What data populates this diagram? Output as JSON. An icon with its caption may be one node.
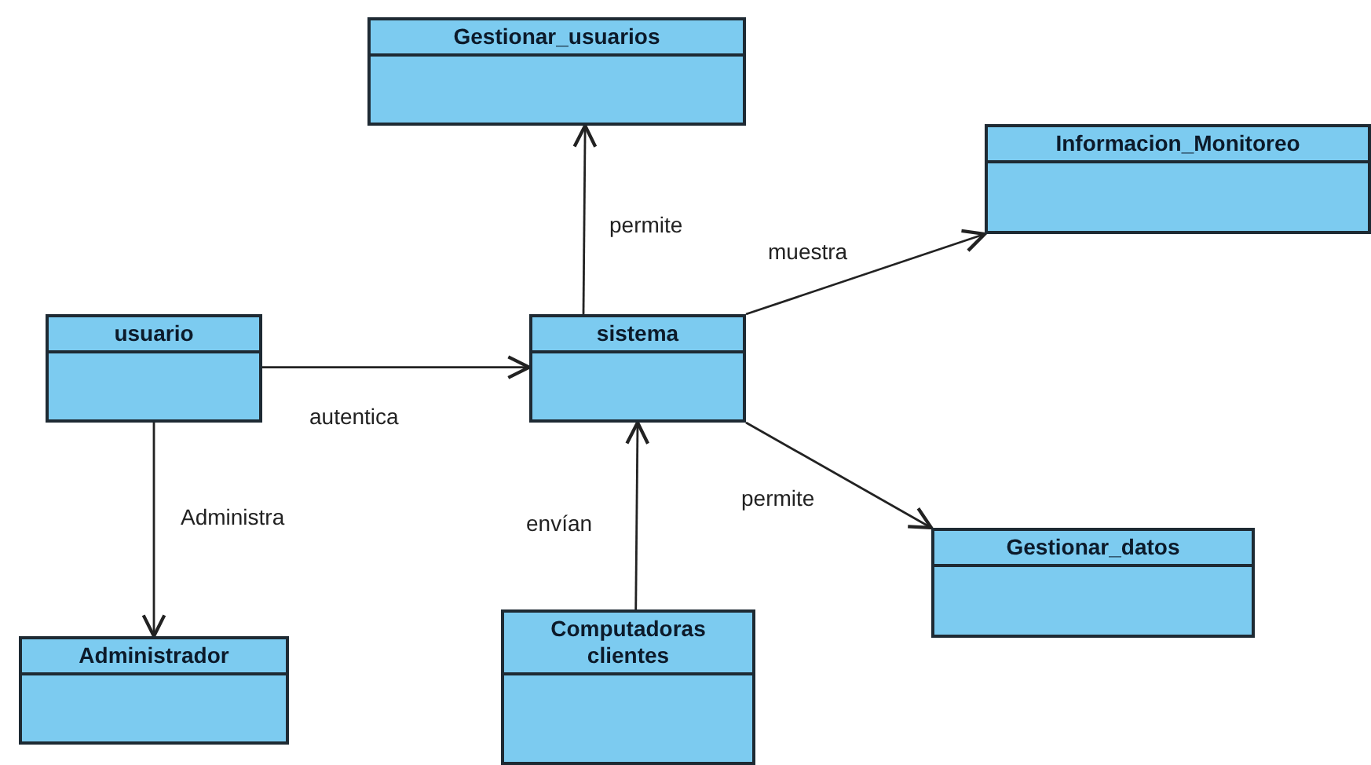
{
  "diagram": {
    "nodes": [
      {
        "text": [
          "Gestionar_usuarios"
        ]
      },
      {
        "text": [
          "Informacion_Monitoreo"
        ]
      },
      {
        "text": [
          "usuario"
        ]
      },
      {
        "text": [
          "sistema"
        ]
      },
      {
        "text": [
          "Gestionar_datos"
        ]
      },
      {
        "text": [
          "Administrador"
        ]
      },
      {
        "text": [
          "Computadoras clientes"
        ]
      }
    ],
    "edges": [
      {
        "from": 3,
        "to": 0,
        "arrow": "to",
        "label": "permite"
      },
      {
        "from": 3,
        "to": 1,
        "arrow": "to",
        "label": "muestra"
      },
      {
        "from": 2,
        "to": 3,
        "arrow": "to",
        "label": "autentica"
      },
      {
        "from": 3,
        "to": 4,
        "arrow": "to",
        "label": "permite"
      },
      {
        "from": 2,
        "to": 5,
        "arrow": "to",
        "label": "Administra"
      },
      {
        "from": 6,
        "to": 3,
        "arrow": "to",
        "label": "envían"
      }
    ]
  }
}
